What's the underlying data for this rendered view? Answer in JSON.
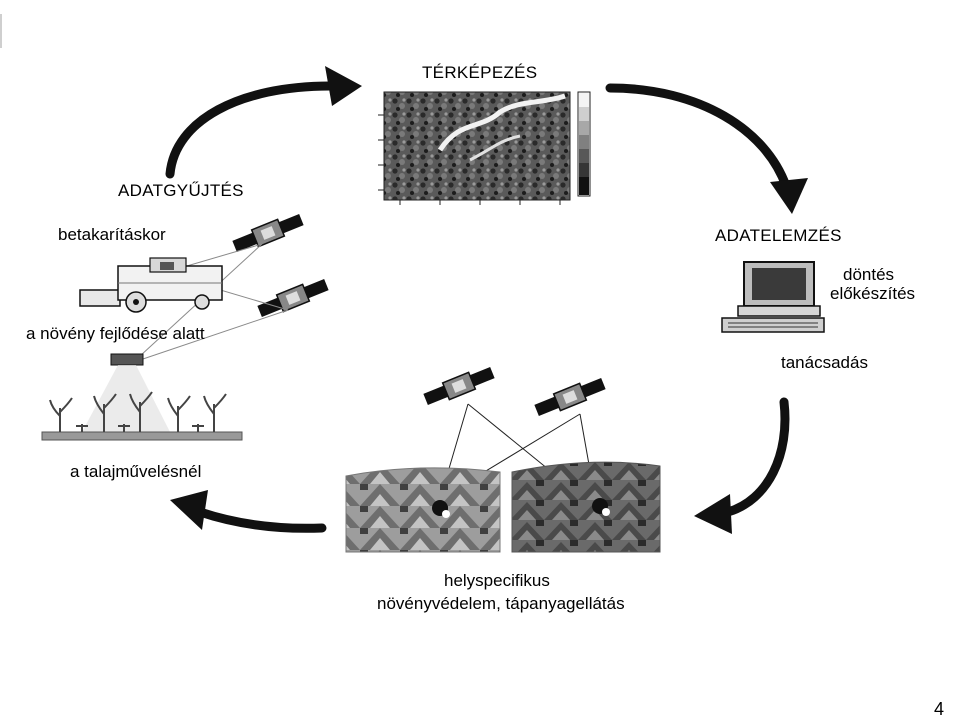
{
  "stages": {
    "mapping": "TÉRKÉPEZÉS",
    "data_collection": "ADATGYŰJTÉS",
    "data_analysis": "ADATELEMZÉS"
  },
  "collection": {
    "at_harvest": "betakarításkor",
    "during_growth": "a növény fejlődése alatt",
    "at_tillage": "a talajművelésnél"
  },
  "analysis": {
    "decision_line1": "döntés",
    "decision_line2": "előkészítés",
    "advisory": "tanácsadás"
  },
  "application": {
    "line1": "helyspecifikus",
    "line2": "növényvédelem, tápanyagellátás"
  },
  "page_number": "4",
  "icons": [
    "satellite-icon",
    "combine-harvester-icon",
    "sensor-icon",
    "crop-plant-icon",
    "computer-icon",
    "map-thumbnail-icon",
    "field-map-icon",
    "cycle-arrow-icon"
  ]
}
